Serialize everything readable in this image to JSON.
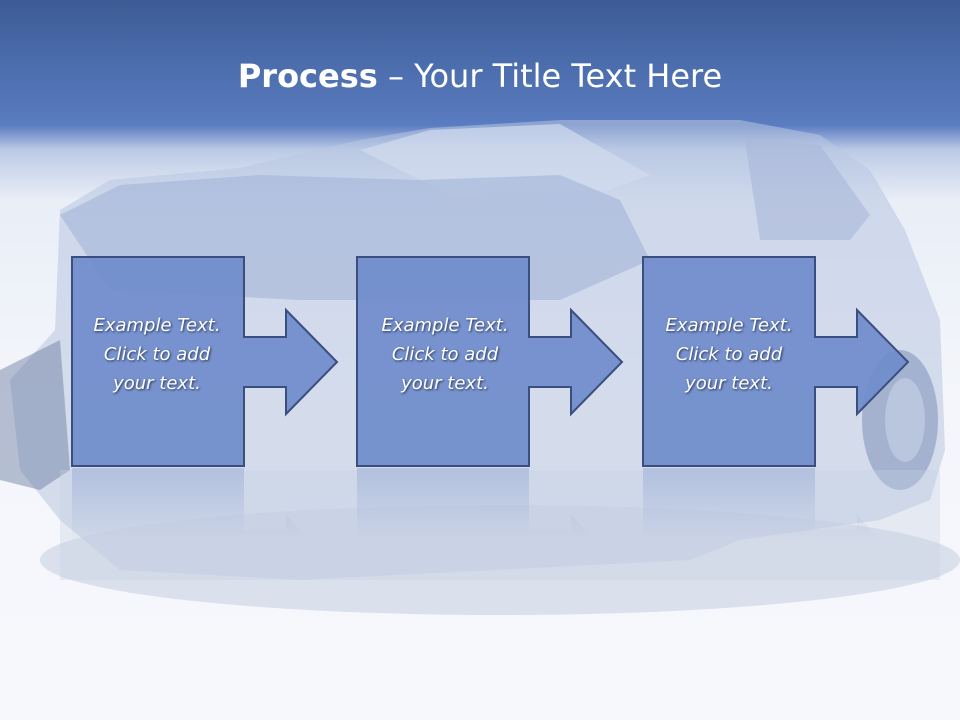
{
  "title": {
    "bold": "Process",
    "dash": " – ",
    "rest": "Your Title Text Here"
  },
  "steps": [
    {
      "lines": [
        "Example Text.",
        "Click  to add",
        "your text."
      ]
    },
    {
      "lines": [
        "Example Text.",
        "Click  to add",
        "your text."
      ]
    },
    {
      "lines": [
        "Example Text.",
        "Click  to add",
        "your text."
      ]
    }
  ],
  "colors": {
    "header": "#4a6cab",
    "box_fill": "#6f8ccb",
    "box_stroke": "#3b4f7e",
    "text": "#ffffff"
  },
  "background_image": "wrecked-car-illustration"
}
